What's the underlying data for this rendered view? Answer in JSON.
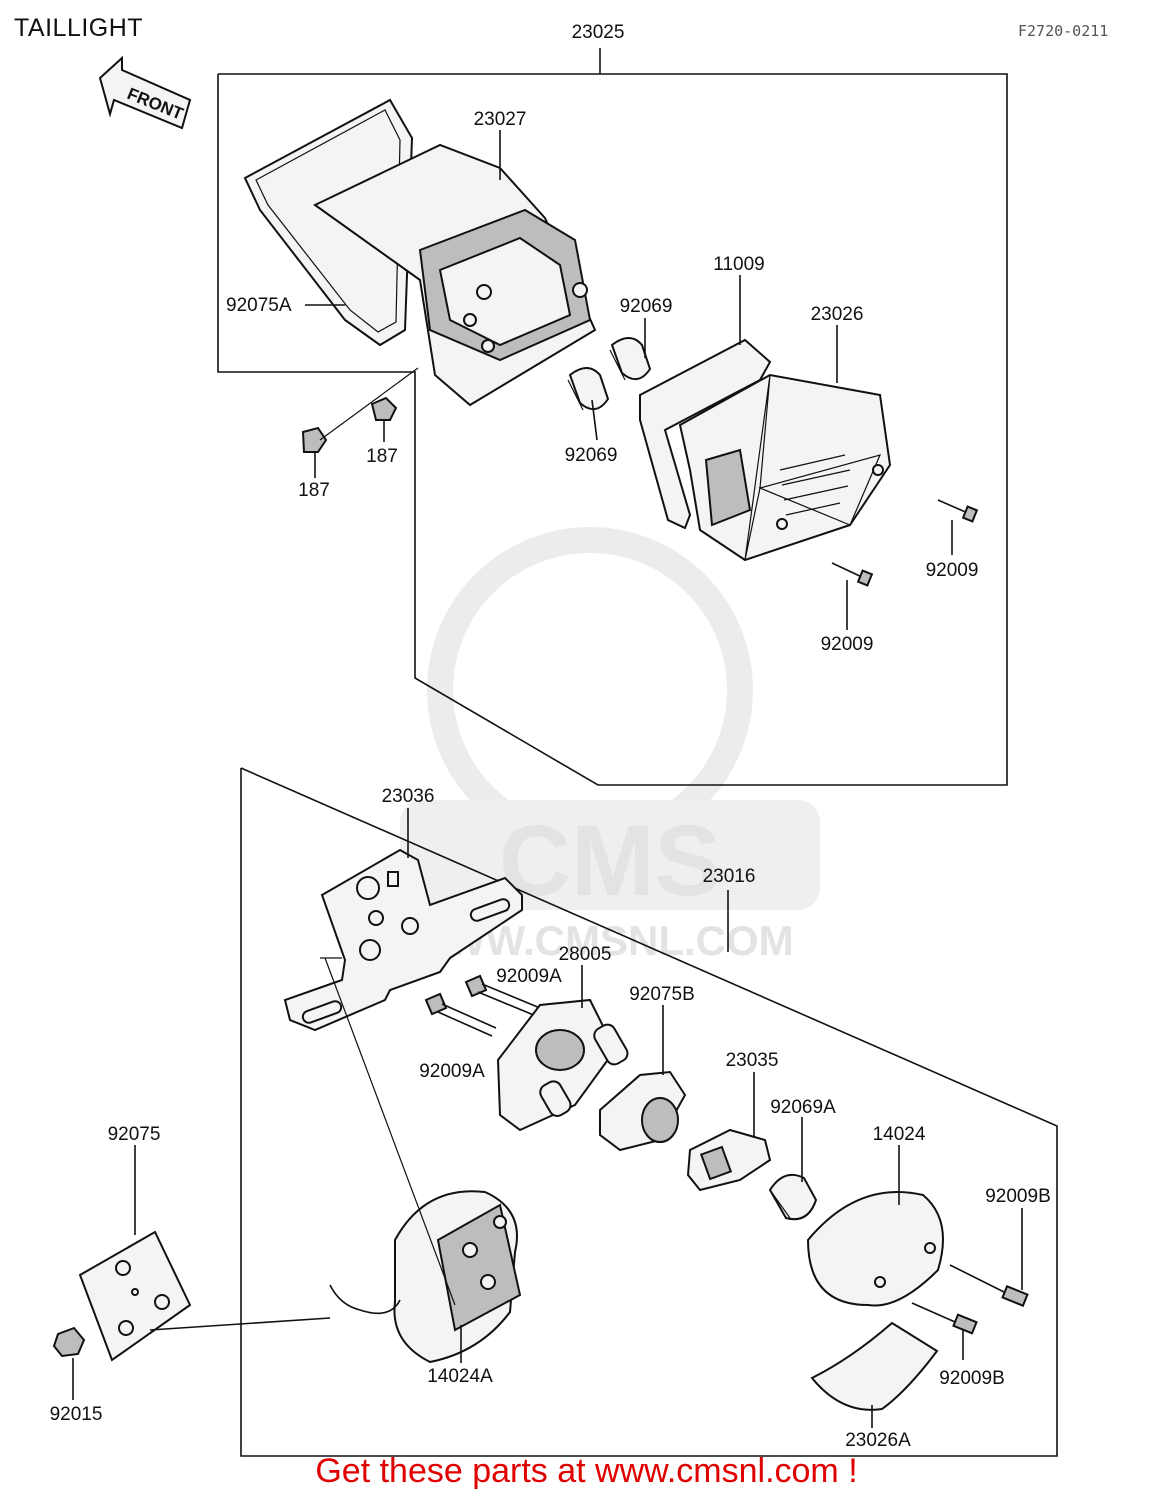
{
  "header": {
    "title": "TAILLIGHT",
    "ref_code": "F2720-0211"
  },
  "watermark": {
    "brand": "CMS",
    "url": "WWW.CMSNL.COM"
  },
  "parts": {
    "p23025": "23025",
    "p23027": "23027",
    "p92075A": "92075A",
    "p92069_top": "92069",
    "p92069_bottom": "92069",
    "p11009": "11009",
    "p23026": "23026",
    "p187_right": "187",
    "p187_left": "187",
    "p92009_right": "92009",
    "p92009_bottom": "92009",
    "p23036": "23036",
    "p23016": "23016",
    "p28005": "28005",
    "p92009A_top": "92009A",
    "p92009A_bottom": "92009A",
    "p92075B": "92075B",
    "p23035": "23035",
    "p92069A": "92069A",
    "p14024": "14024",
    "p92075": "92075",
    "p92009B_top": "92009B",
    "p92009B_bottom": "92009B",
    "p14024A": "14024A",
    "p92015": "92015",
    "p23026A": "23026A"
  },
  "front_arrow": "FRONT",
  "footer": {
    "promo": "Get these parts at www.cmsnl.com !",
    "color": "#e00000"
  }
}
